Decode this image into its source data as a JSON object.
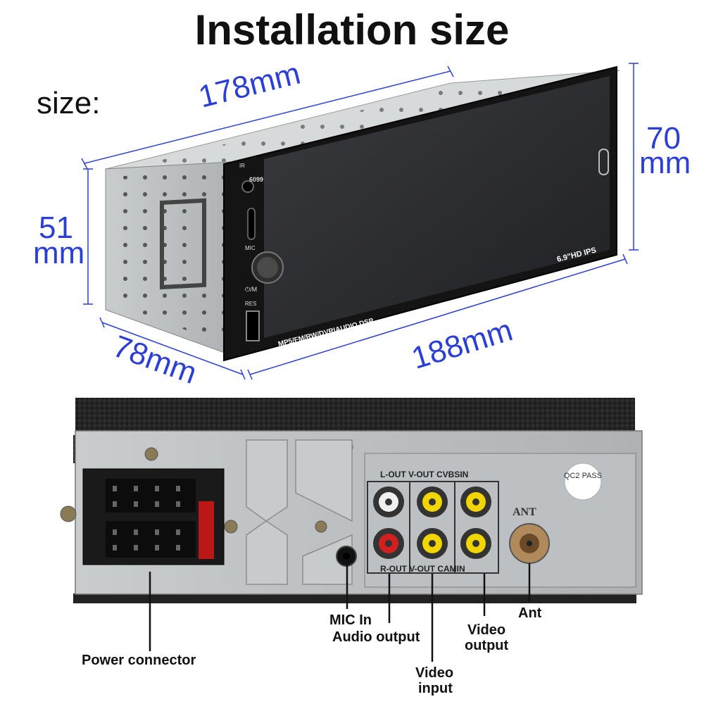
{
  "header": {
    "title": "Installation size",
    "size_label": "size:"
  },
  "dimensions": {
    "top_depth": "178mm",
    "height_left_value": "51",
    "height_left_unit": "mm",
    "height_right_value": "70",
    "height_right_unit": "mm",
    "bottom_depth": "78mm",
    "front_width": "188mm"
  },
  "device_front": {
    "model": "6099",
    "screen_label": "6.9\"HD IPS",
    "feature_label": "MP5/FM/RW/DVRIAUDIO DSP",
    "button_mic": "MIC",
    "button_power": "⏻/M",
    "button_res": "RES",
    "ir_label": "IR"
  },
  "device_back": {
    "row_top_labels": "L-OUT  V-OUT  CVBSIN",
    "row_bottom_labels": "R-OUT  V-OUT  CAMIN",
    "qc_badge": "QC2 PASS",
    "ant_label": "ANT"
  },
  "callouts": {
    "power_connector": "Power connector",
    "mic_in": "MIC In",
    "audio_output": "Audio output",
    "video_input_1": "Video",
    "video_input_2": "input",
    "video_output_1": "Video",
    "video_output_2": "output",
    "ant": "Ant"
  },
  "colors": {
    "dimension_blue": "#2b3fd6",
    "chassis": "#b8bcbe",
    "screen": "#2a2b2e",
    "rca_white": "#f0f0f0",
    "rca_red": "#d22020",
    "rca_yellow": "#f0d500"
  }
}
